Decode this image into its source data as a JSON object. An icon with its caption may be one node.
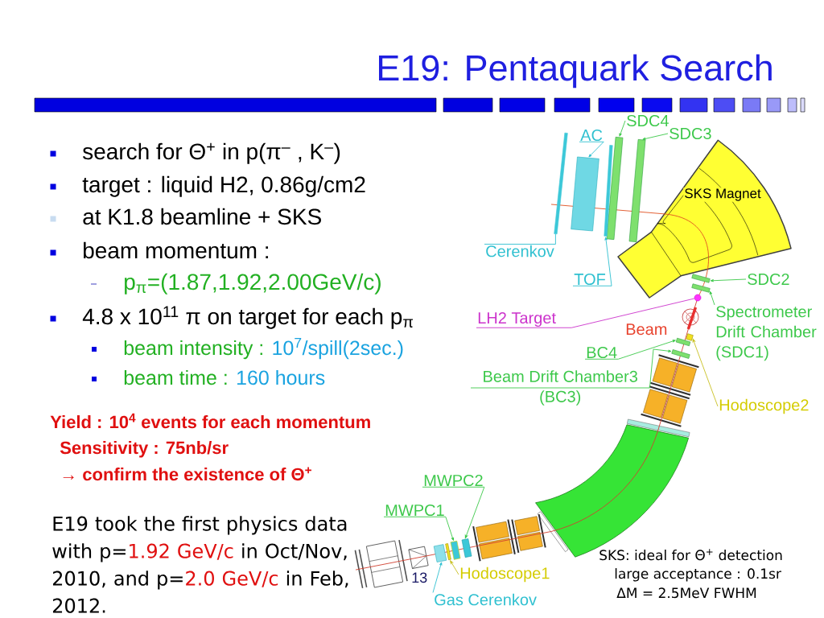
{
  "diagram": {
    "title": "E19: Pentaquark Search",
    "nodes": [
      {
        "text": [
          "SDC4"
        ]
      },
      {
        "text": [],
        "shape": "bar"
      },
      {
        "text": [
          "SDC3"
        ]
      },
      {
        "text": [],
        "shape": "bar"
      },
      {
        "text": [
          "AC"
        ]
      },
      {
        "text": [],
        "shape": "box"
      },
      {
        "text": [
          "SKS Magnet"
        ]
      },
      {
        "text": [
          "Cerenkov"
        ]
      },
      {
        "text": [],
        "shape": "bar"
      },
      {
        "text": [
          "TOF"
        ]
      },
      {
        "text": [],
        "shape": "bar"
      },
      {
        "text": [
          "SDC2"
        ]
      },
      {
        "text": [],
        "shape": "bar"
      },
      {
        "text": [
          "LH2 Target"
        ]
      },
      {
        "text": [],
        "shape": "circle"
      },
      {
        "text": [
          "Spectrometer Drift Chamber (SDC1)"
        ]
      },
      {
        "text": [],
        "shape": "bar"
      },
      {
        "text": [
          "BC4"
        ]
      },
      {
        "text": [],
        "shape": "bar"
      },
      {
        "text": [
          "Beam Drift Chamber3 (BC3)"
        ]
      },
      {
        "text": [],
        "shape": "bar"
      },
      {
        "text": [
          "Hodoscope2"
        ]
      },
      {
        "text": [],
        "shape": "bar"
      },
      {
        "text": [
          "MWPC2"
        ]
      },
      {
        "text": [],
        "shape": "bar"
      },
      {
        "text": [
          "MWPC1"
        ]
      },
      {
        "text": [],
        "shape": "bar"
      },
      {
        "text": [
          "Hodoscope1"
        ]
      },
      {
        "text": [],
        "shape": "bar"
      },
      {
        "text": [
          "Gas Cerenkov"
        ]
      },
      {
        "text": [],
        "shape": "box"
      }
    ],
    "edges": [
      {
        "from": 0,
        "to": 1,
        "arrow": "to"
      },
      {
        "from": 2,
        "to": 3,
        "arrow": "to"
      },
      {
        "from": 4,
        "to": 5,
        "arrow": "to",
        "color": "#2fc0d0"
      },
      {
        "from": 7,
        "to": 8,
        "arrow": "none",
        "color": "#2fc0d0"
      },
      {
        "from": 9,
        "to": 10,
        "arrow": "to",
        "color": "#2fc0d0"
      },
      {
        "from": 11,
        "to": 12,
        "arrow": "to"
      },
      {
        "from": 13,
        "to": 14,
        "arrow": "none",
        "color": "#cc33cc"
      },
      {
        "from": 15,
        "to": 16,
        "arrow": "to"
      },
      {
        "from": 17,
        "to": 18,
        "arrow": "to"
      },
      {
        "from": 19,
        "to": 20,
        "arrow": "to"
      },
      {
        "from": 21,
        "to": 22,
        "arrow": "to",
        "color": "#c8c020"
      },
      {
        "from": 23,
        "to": 24,
        "arrow": "to"
      },
      {
        "from": 25,
        "to": 26,
        "arrow": "to"
      },
      {
        "from": 27,
        "to": 28,
        "arrow": "to",
        "color": "#c8c020"
      },
      {
        "from": 29,
        "to": 30,
        "arrow": "to",
        "color": "#2fc0d0"
      }
    ],
    "labels": [
      "search for Θ$^{+}$ in p(π$^{–}$ , K$^{–}$)",
      "target : liquid H2, 0.86g/cm2",
      "at K1.8 beamline + SKS",
      "beam momentum :",
      "p$_{π}$=(1.87,1.92,2.00GeV/c)",
      "4.8 x 10$^{11}$ π on target for each p$_{π}$",
      "beam intensity :",
      "10$^{7}$/spill(2sec.)",
      "beam time :",
      "160 hours",
      "Yield : 10$^{4}$ events for each momentum",
      "Sensitivity : 75nb/sr",
      "→ confirm the existence of Θ$^{+}$",
      "E19 took the first physics data with p=",
      "1.92 GeV/c",
      "in Oct/Nov, 2010, and p=",
      "2.0 GeV/c",
      "in Feb, 2012.",
      "Beam",
      "13",
      "SKS: ideal for Θ$^{+}$ detection",
      "large acceptance : 0.1sr",
      "ΔM = 2.5MeV FWHM"
    ]
  }
}
